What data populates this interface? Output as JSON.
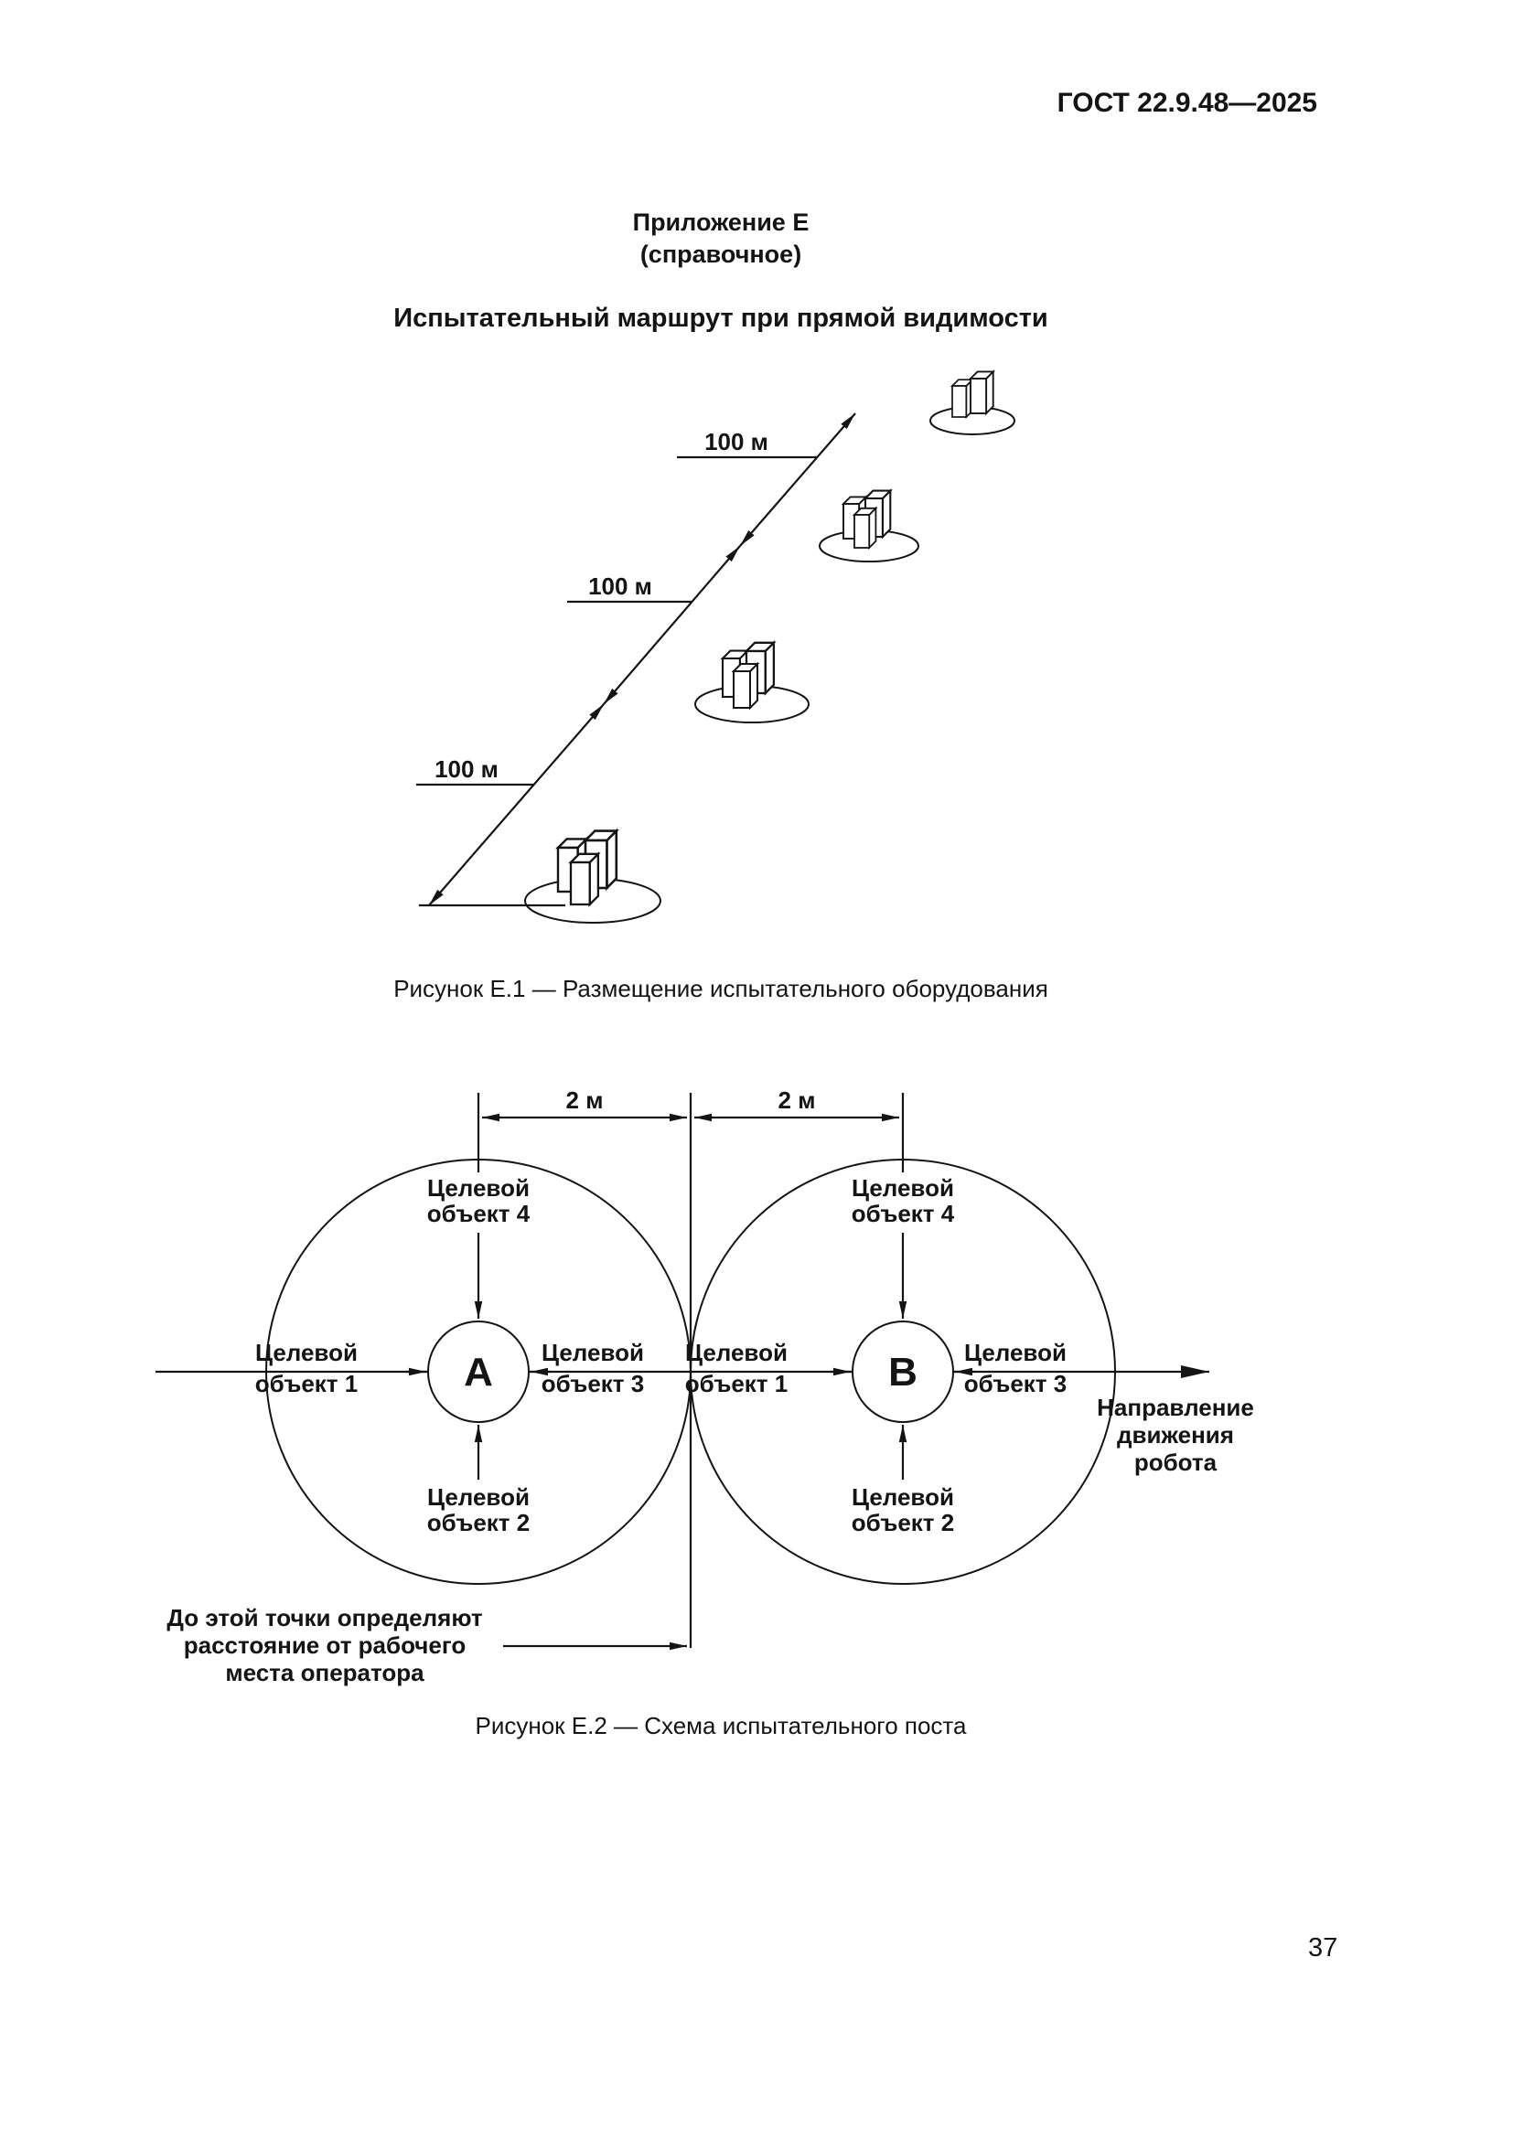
{
  "header": {
    "doc_number": "ГОСТ 22.9.48—2025"
  },
  "appendix": {
    "name": "Приложение Е",
    "kind": "(справочное)",
    "title": "Испытательный маршрут при прямой видимости"
  },
  "figure1": {
    "distances": [
      "100 м",
      "100 м",
      "100 м"
    ],
    "caption": "Рисунок Е.1 — Размещение испытательного оборудования"
  },
  "figure2": {
    "dims": [
      "2 м",
      "2 м"
    ],
    "zones": [
      "А",
      "В"
    ],
    "targets": {
      "t1": [
        "Целевой",
        "объект 1"
      ],
      "t2": [
        "Целевой",
        "объект 2"
      ],
      "t3": [
        "Целевой",
        "объект 3"
      ],
      "t4": [
        "Целевой",
        "объект 4"
      ]
    },
    "direction": [
      "Направление",
      "движения",
      "робота"
    ],
    "note": [
      "До этой точки определяют",
      "расстояние от рабочего",
      "места оператора"
    ],
    "caption": "Рисунок Е.2 — Схема испытательного поста"
  },
  "footer": {
    "page_number": "37"
  }
}
